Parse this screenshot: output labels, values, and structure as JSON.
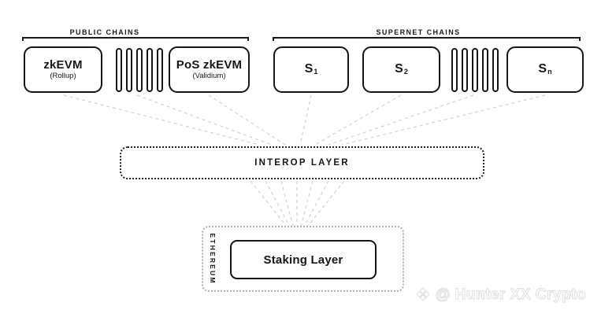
{
  "public_section": {
    "label": "PUBLIC CHAINS",
    "boxes": [
      {
        "title": "zkEVM",
        "subtitle": "(Rollup)"
      },
      {
        "title": "PoS zkEVM",
        "subtitle": "(Validium)"
      }
    ]
  },
  "supernet_section": {
    "label": "SUPERNET CHAINS",
    "boxes": [
      {
        "base": "S",
        "sub": "1"
      },
      {
        "base": "S",
        "sub": "2"
      },
      {
        "base": "S",
        "sub": "n"
      }
    ]
  },
  "interop": {
    "label": "INTEROP LAYER"
  },
  "staking": {
    "container_label": "ETHEREUM",
    "box_label": "Staking Layer"
  },
  "watermark": {
    "icon_glyph": "❖",
    "text": "@ Hunter XX Crypto"
  },
  "colors": {
    "box_border": "#151515",
    "dotted_border_dark": "#242424",
    "dotted_border_light": "#b0b0b0",
    "connector": "#d2d2d2",
    "watermark_outline": "#e0e0e0"
  }
}
